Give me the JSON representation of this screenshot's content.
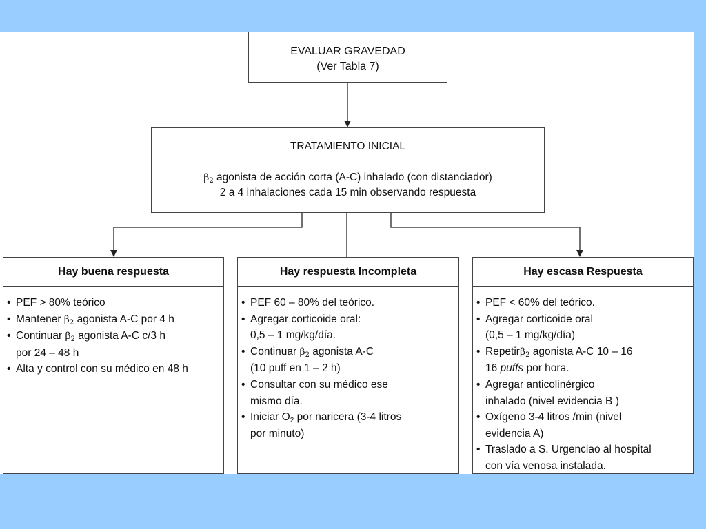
{
  "top_box": {
    "line1": "EVALUAR GRAVEDAD",
    "line2": "(Ver Tabla 7)"
  },
  "initial_box": {
    "title": "TRATAMIENTO INICIAL",
    "line1_rest": " agonista de acción corta (A-C) inhalado (con distanciador)",
    "line2": "2 a 4 inhalaciones cada 15 min observando respuesta"
  },
  "columns": [
    {
      "header": "Hay buena respuesta",
      "items": [
        [
          {
            "t": "PEF > 80% teórico"
          }
        ],
        [
          {
            "t": "Mantener "
          },
          {
            "beta": "2"
          },
          {
            "t": " agonista A-C por 4 h"
          }
        ],
        [
          {
            "t": "Continuar "
          },
          {
            "beta": "2"
          },
          {
            "t": " agonista A-C c/3 h"
          },
          {
            "br": true
          },
          {
            "t": "por 24 – 48 h"
          }
        ],
        [
          {
            "t": "Alta y control con su médico en 48 h"
          }
        ]
      ]
    },
    {
      "header": "Hay respuesta Incompleta",
      "items": [
        [
          {
            "t": "PEF 60 – 80% del teórico."
          }
        ],
        [
          {
            "t": "Agregar corticoide oral:"
          },
          {
            "br": true
          },
          {
            "t": "0,5 – 1 mg/kg/día."
          }
        ],
        [
          {
            "t": "Continuar "
          },
          {
            "beta": "2"
          },
          {
            "t": " agonista A-C"
          },
          {
            "br": true
          },
          {
            "t": "(10 puff en 1 – 2 h)"
          }
        ],
        [
          {
            "t": "Consultar con su médico ese"
          },
          {
            "br": true
          },
          {
            "t": "mismo día."
          }
        ],
        [
          {
            "t": "Iniciar O"
          },
          {
            "sub": "2"
          },
          {
            "t": " por naricera (3-4 litros"
          },
          {
            "br": true
          },
          {
            "t": "por minuto)"
          }
        ]
      ]
    },
    {
      "header": "Hay escasa Respuesta",
      "items": [
        [
          {
            "t": "PEF < 60% del teórico."
          }
        ],
        [
          {
            "t": "Agregar corticoide oral"
          },
          {
            "br": true
          },
          {
            "t": "(0,5 – 1 mg/kg/día)"
          }
        ],
        [
          {
            "t": "Repetir"
          },
          {
            "beta": "2"
          },
          {
            "t": " agonista A-C 10 – 16"
          },
          {
            "br": true
          },
          {
            "t": "16 "
          },
          {
            "i": "puffs"
          },
          {
            "t": " por hora."
          }
        ],
        [
          {
            "t": "Agregar anticolinérgico"
          },
          {
            "br": true
          },
          {
            "t": "inhalado (nivel evidencia B )"
          }
        ],
        [
          {
            "t": "Oxígeno 3-4 litros /min (nivel"
          },
          {
            "br": true
          },
          {
            "t": "evidencia A)"
          }
        ],
        [
          {
            "t": "Traslado a S. Urgenciao al hospital"
          },
          {
            "br": true
          },
          {
            "t": "con vía venosa instalada."
          }
        ]
      ]
    }
  ],
  "colors": {
    "background": "#99ccff",
    "canvas": "#ffffff",
    "lines": "#444444"
  }
}
